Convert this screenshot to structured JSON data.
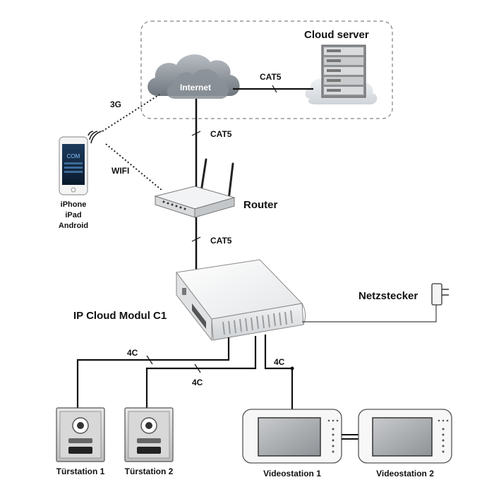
{
  "cloud": {
    "title": "Cloud server",
    "internet_label": "Internet"
  },
  "links": {
    "internet_cloud": "CAT5",
    "internet_router": "CAT5",
    "router_module": "CAT5",
    "module_door1": "4C",
    "module_door2": "4C",
    "module_video": "4C"
  },
  "wireless": {
    "cellular": "3G",
    "wifi": "WIFI"
  },
  "mobile": {
    "line1": "iPhone",
    "line2": "iPad",
    "line3": "Android",
    "screen_text": "COM"
  },
  "router": {
    "label": "Router"
  },
  "module": {
    "label": "IP Cloud Modul C1"
  },
  "power": {
    "label": "Netzstecker"
  },
  "stations": {
    "door1": "Türstation 1",
    "door2": "Türstation 2",
    "video1": "Videostation 1",
    "video2": "Videostation 2"
  }
}
